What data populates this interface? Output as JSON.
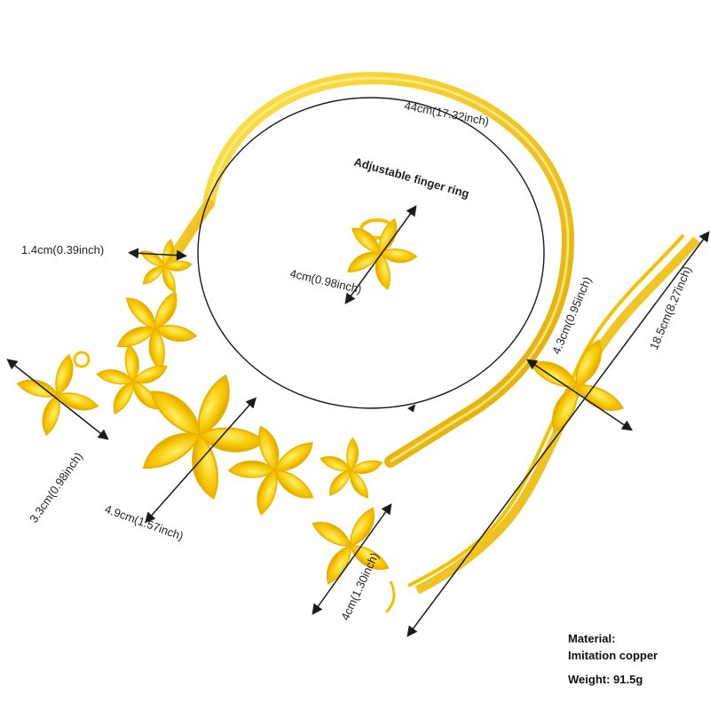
{
  "measurements": {
    "necklace_circumference": "44cm(17.32inch)",
    "necklace_width": "1.4cm(0.39inch)",
    "ring_title": "Adjustable finger ring",
    "ring_size": "4cm(0.98inch)",
    "pendant_size": "4.9cm(1.57inch)",
    "earring_size": "3.3cm(0.98inch)",
    "drop_earring_size": "4cm(1.30inch)",
    "bracelet_flower_size": "4.3cm(0.95inch)",
    "bracelet_length": "18.5cm(8.27inch)"
  },
  "specs": {
    "material_label": "Material:",
    "material_value": "Imitation copper",
    "weight": "Weight: 91.5g"
  },
  "colors": {
    "gold": "#f7c600",
    "gold_light": "#ffe14a",
    "gold_dark": "#d99a00",
    "line": "#1a1a1a"
  }
}
